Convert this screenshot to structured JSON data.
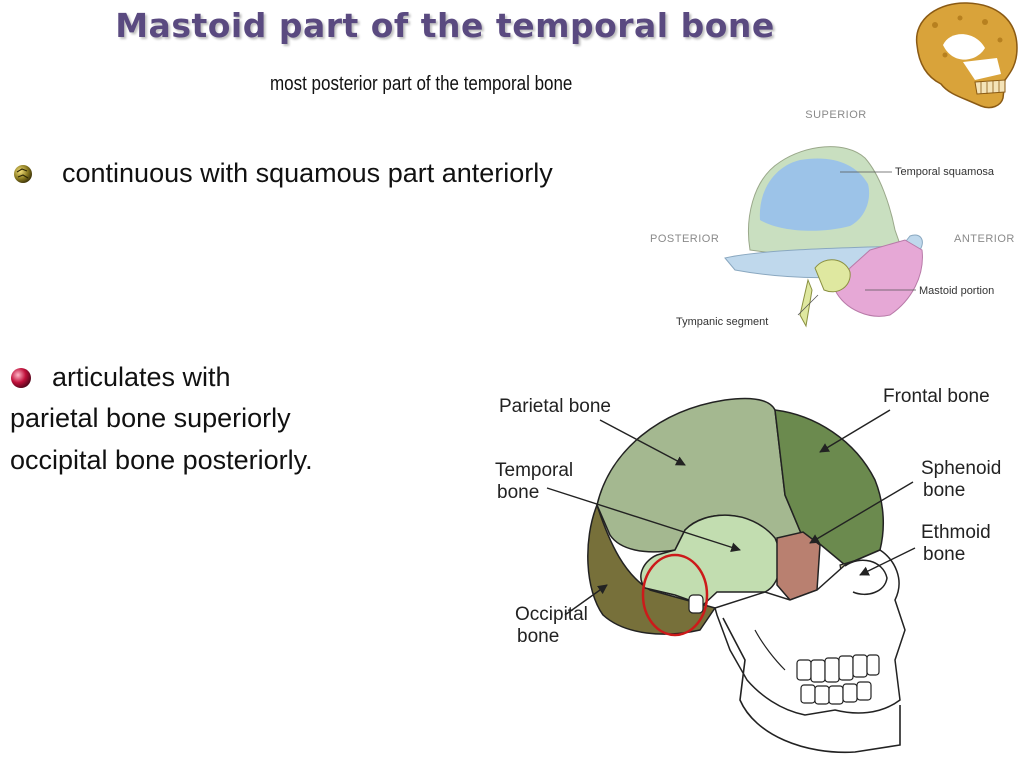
{
  "slide": {
    "title": "Mastoid part of the temporal bone",
    "subtitle": "most posterior part of the temporal bone",
    "bullets": [
      {
        "text": "continuous with squamous part anteriorly",
        "icon": "gold-sphere-bullet-icon",
        "color": "#8a7a20"
      },
      {
        "text": "articulates with",
        "icon": "red-sphere-bullet-icon",
        "color": "#c0103a"
      }
    ],
    "lines": [
      "parietal bone superiorly",
      "occipital bone posteriorly."
    ]
  },
  "temporal_diagram": {
    "superior": "SUPERIOR",
    "posterior": "POSTERIOR",
    "anterior": "ANTERIOR",
    "squamosa": "Temporal squamosa",
    "mastoid": "Mastoid portion",
    "tympanic": "Tympanic segment"
  },
  "skull_diagram": {
    "parietal": "Parietal bone",
    "frontal": "Frontal bone",
    "temporal_1": "Temporal",
    "temporal_2": "bone",
    "sphenoid_1": "Sphenoid",
    "sphenoid_2": "bone",
    "ethmoid_1": "Ethmoid",
    "ethmoid_2": "bone",
    "occipital_1": "Occipital",
    "occipital_2": "bone"
  },
  "colors": {
    "title": "#5a4a80",
    "parietal": "#a4b890",
    "frontal": "#6b8a4e",
    "temporal": "#c2ddb0",
    "sphenoid": "#b98070",
    "occipital": "#77703a",
    "highlight_circle": "#cc1a1a"
  }
}
